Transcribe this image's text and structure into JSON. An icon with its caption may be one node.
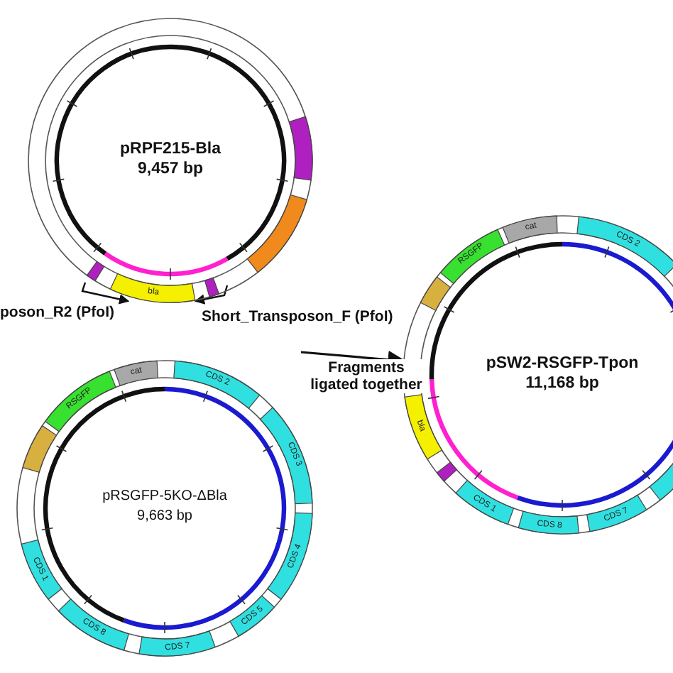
{
  "diagram": {
    "nodes": [
      {
        "text": [
          "pRPF215-Bla",
          "9,457 bp"
        ]
      },
      {
        "text": [
          "pSW2-RSGFP-Tpon",
          "11,168 bp"
        ]
      },
      {
        "text": [
          "pRSGFP-5KO-ΔBla",
          "9,663 bp"
        ]
      }
    ],
    "edges": [
      {
        "from": null,
        "to": 1,
        "arrow": "to",
        "label": "Fragments ligated together"
      }
    ],
    "labels": [
      "bla",
      "poson_R2 (PfoI)",
      "Short_Transposon_F (PfoI)",
      "cat",
      "RSGFP",
      "CDS 2",
      "bla",
      "cat",
      "RSGFP",
      "CDS 2",
      "CDS 3",
      "CDS 4",
      "CDS 1",
      "CDS 8",
      "CDS 7",
      "CDS 5",
      "CDS 1",
      "CDS 8",
      "CDS 7"
    ]
  }
}
